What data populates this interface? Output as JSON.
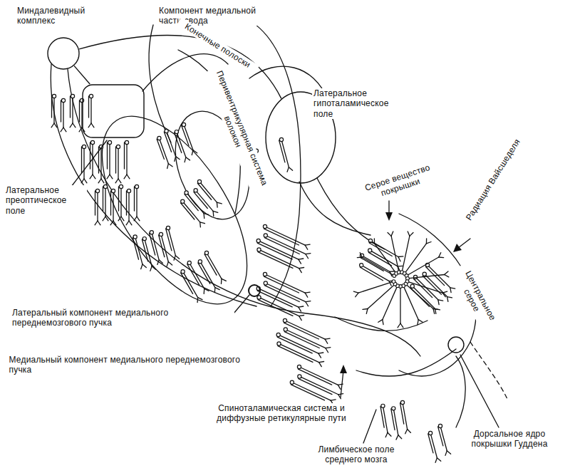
{
  "diagram": {
    "nodes": [
      {
        "text": [
          "Миндалевидный комплекс"
        ]
      },
      {
        "text": [
          "Латеральное преоптическое поле"
        ]
      },
      {
        "text": [
          "Латеральное гипоталамическое поле"
        ]
      },
      {
        "text": [
          "Дорсальное ядро покрышки Гуддена"
        ]
      }
    ],
    "edges": [
      {
        "from": 0,
        "to": 1,
        "arrow": "none"
      },
      {
        "from": 0,
        "to": 2,
        "arrow": "none"
      }
    ],
    "labels": [
      "Компонент медиальной части свода",
      "Конечные полоски",
      "Перивентрикулярная система волокон",
      "Серое вещество покрышки",
      "Радиация Вайсшеделя",
      "Центральное серое",
      "Латеральный компонент медиального переднемозгового пучка",
      "Медиальный компонент медиального переднемозгового пучка",
      "Спиноталамическая система и диффузные ретикулярные пути",
      "Лимбическое поле среднего мозга"
    ]
  }
}
